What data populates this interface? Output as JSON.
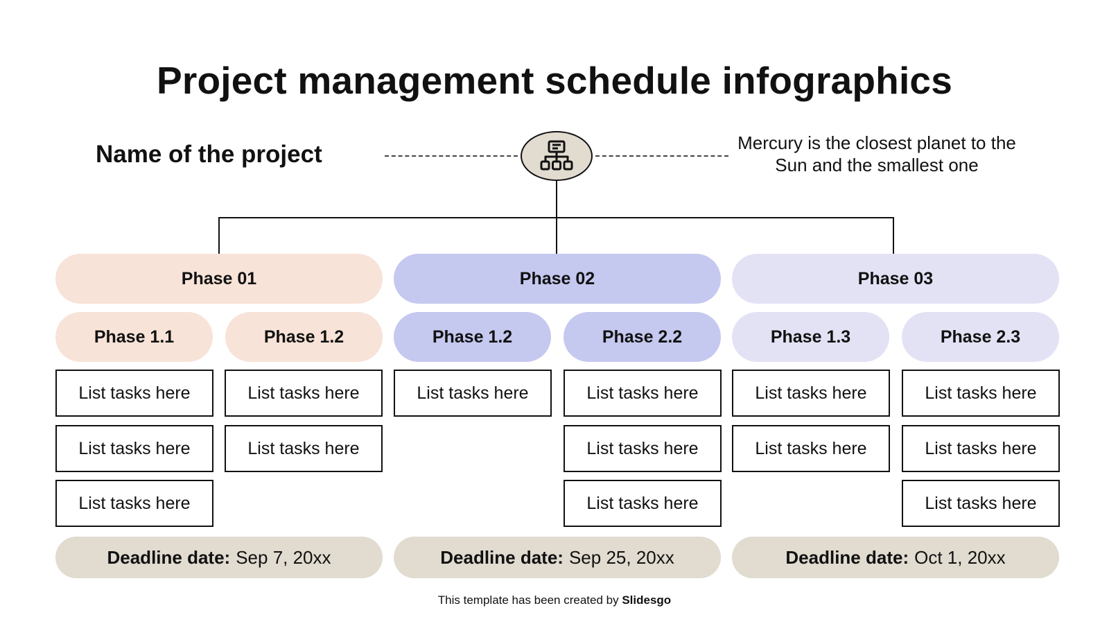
{
  "title": "Project management schedule infographics",
  "project_name": "Name of the project",
  "description": "Mercury is the closest planet to the Sun and the smallest one",
  "center_icon": "org-chart-icon",
  "colors": {
    "phase1": "#f8e3d8",
    "phase2": "#c5c8ef",
    "phase3": "#e3e2f5",
    "deadline_bg": "#e1dbd0",
    "icon_bg": "#e1dbd0",
    "border": "#111111"
  },
  "phases": [
    {
      "label": "Phase 01",
      "subphases": [
        {
          "label": "Phase 1.1",
          "tasks": [
            "List tasks here",
            "List tasks here",
            "List tasks here"
          ]
        },
        {
          "label": "Phase 1.2",
          "tasks": [
            "List tasks here",
            "List tasks here"
          ]
        }
      ],
      "deadline_label": "Deadline date:",
      "deadline_value": "Sep 7, 20xx"
    },
    {
      "label": "Phase 02",
      "subphases": [
        {
          "label": "Phase 1.2",
          "tasks": [
            "List tasks here"
          ]
        },
        {
          "label": "Phase 2.2",
          "tasks": [
            "List tasks here",
            "List tasks here",
            "List tasks here"
          ]
        }
      ],
      "deadline_label": "Deadline date:",
      "deadline_value": "Sep 25, 20xx"
    },
    {
      "label": "Phase 03",
      "subphases": [
        {
          "label": "Phase 1.3",
          "tasks": [
            "List tasks here",
            "List tasks here"
          ]
        },
        {
          "label": "Phase 2.3",
          "tasks": [
            "List tasks here",
            "List tasks here",
            "List tasks here"
          ]
        }
      ],
      "deadline_label": "Deadline date:",
      "deadline_value": "Oct 1, 20xx"
    }
  ],
  "footer": {
    "text": "This template has been created by",
    "brand": "Slidesgo"
  }
}
